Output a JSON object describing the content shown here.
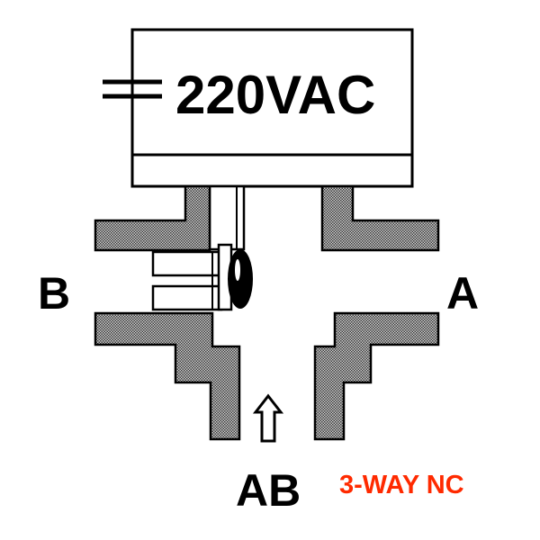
{
  "actuator": {
    "voltage_label": "220VAC"
  },
  "ports": {
    "b": "B",
    "a": "A",
    "ab": "AB"
  },
  "valve_type": "3-WAY NC",
  "colors": {
    "ink": "#000000",
    "hatch_fill": "#9a9a9a",
    "accent": "#ff2a00",
    "background": "#ffffff"
  },
  "icons": {
    "ac_symbol": "ac-equals-icon",
    "flow": "up-arrow-icon"
  }
}
